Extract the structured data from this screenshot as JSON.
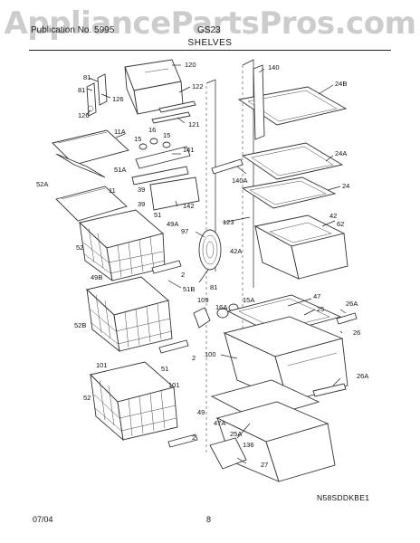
{
  "watermark": "AppliancePartsPros.com",
  "header": {
    "left": "Publication No. 5995",
    "right": "GS23",
    "title": "SHELVES"
  },
  "footer": {
    "date": "07/04",
    "page": "8",
    "drawing_code": "N58SDDKBE1"
  },
  "part_labels": {
    "p81a": "81",
    "p126a": "126",
    "p81b": "81",
    "p126b": "126",
    "p120": "120",
    "p122": "122",
    "p121": "121",
    "p140": "140",
    "p24b": "24B",
    "p11a": "11A",
    "p15a": "15",
    "p16": "16",
    "p15b": "15",
    "p141": "141",
    "p51a": "51A",
    "p52a": "52A",
    "p11": "11",
    "p24a": "24A",
    "p140a": "140A",
    "p142": "142",
    "p24": "24",
    "p39a": "39",
    "p39b": "39",
    "p51": "51",
    "p49a": "49A",
    "p123": "123",
    "p42": "42",
    "p62": "62",
    "p97": "97",
    "p42a": "42A",
    "p52": "52",
    "p2a": "2",
    "p49b": "49B",
    "p51b": "51B",
    "p81c": "81",
    "p109": "109",
    "p15a2": "15A",
    "p16a": "16A",
    "p47": "47",
    "p26a": "26A",
    "p25": "25",
    "p26": "26",
    "p52b": "52B",
    "p100": "100",
    "p101a": "101",
    "p51c": "51",
    "p2b": "2",
    "p101b": "101",
    "p52c": "52",
    "p26a2": "26A",
    "p49": "49",
    "p47a": "47A",
    "p2c": "2",
    "p25a": "25A",
    "p136": "136",
    "p27": "27"
  }
}
